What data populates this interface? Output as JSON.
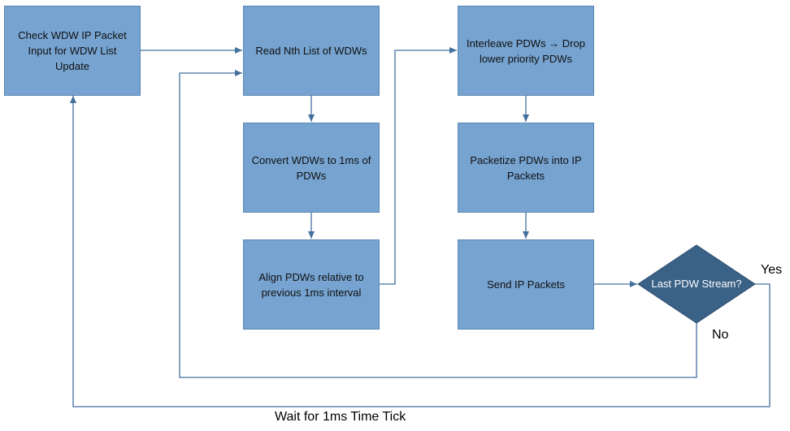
{
  "colors": {
    "box_fill": "#76a3d0",
    "box_border": "#5b86b4",
    "decision_fill": "#3a6186",
    "connector": "#44709e"
  },
  "steps": {
    "check_input": "Check WDW IP Packet Input for WDW List Update",
    "read_list": "Read Nth List of WDWs",
    "convert": "Convert WDWs to 1ms of PDWs",
    "align": "Align PDWs relative to previous 1ms interval",
    "interleave": "Interleave PDWs → Drop lower priority PDWs",
    "packetize": "Packetize PDWs into IP Packets",
    "send": "Send IP Packets"
  },
  "decision": {
    "question": "Last PDW Stream?",
    "yes_label": "Yes",
    "no_label": "No"
  },
  "loop_label": "Wait for 1ms Time Tick"
}
